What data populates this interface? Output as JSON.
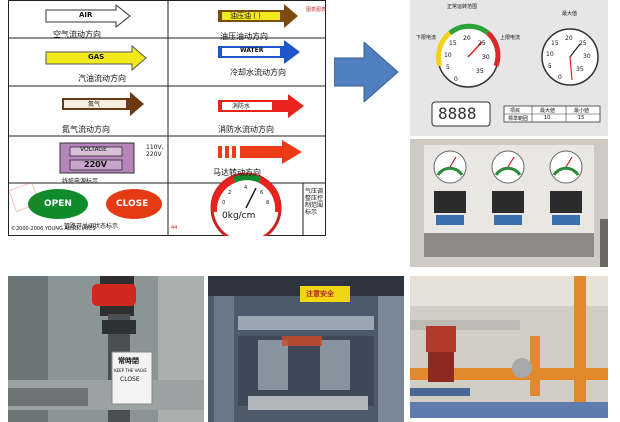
{
  "chart": {
    "rows": [
      {
        "arrow_text": "AIR",
        "caption": "空气流动方向",
        "color": "#ffffff"
      },
      {
        "arrow_text": "GAS",
        "caption": "汽油流动方向",
        "color": "#f2ea1a"
      },
      {
        "arrow_text": "氮气",
        "caption": "氮气流动方向",
        "color": "#6b3a12"
      },
      {
        "arrow_text": "油压油 (  )",
        "caption": "油压油动方向",
        "color": "#7a4c12"
      },
      {
        "arrow_text": "WATER",
        "caption": "冷却水流动方向",
        "color": "#1e55c8"
      },
      {
        "arrow_text": "消防水",
        "caption": "消防水流动方向",
        "color": "#e8221c"
      },
      {
        "arrow_text": "",
        "caption": "马达转动方向",
        "color": "#ea3a16"
      }
    ],
    "voltage_label": "VOLTAGE",
    "voltage_value": "220V",
    "voltage_caption": "线缆电源标示",
    "voltage_side": "110V、220V",
    "open_label": "OPEN",
    "close_label": "CLOSE",
    "valve_caption": "管路开关阀状态标示",
    "gauge_unit": "0kg/cm",
    "gauge_numbers": [
      "0",
      "2",
      "4",
      "6",
      "8"
    ],
    "pressure_caption": "气压调整压控制范围标示",
    "copyright": "©2000-2006 YOUNG ASSOCIATES",
    "page_no": "44",
    "corner_text": "图表图表"
  },
  "diagram": {
    "gauge1_numbers": [
      "0",
      "5",
      "10",
      "15",
      "20",
      "25",
      "30",
      "35"
    ],
    "gauge1_labels": [
      "正常运转范围",
      "下限电流",
      "上限电流"
    ],
    "gauge2_numbers": [
      "0",
      "5",
      "10",
      "15",
      "20",
      "25",
      "30",
      "35"
    ],
    "gauge2_label": "最大值",
    "display_digits": "8888",
    "table": {
      "row1": [
        "項目",
        "最大値",
        "最小値"
      ],
      "row2": [
        "標準範囲",
        "10",
        "15"
      ]
    }
  },
  "photos": {
    "tag_title": "常時閉",
    "tag_sub": "KEEP THE VALVE",
    "tag_close": "CLOSE",
    "sign_text": "注意安全"
  }
}
